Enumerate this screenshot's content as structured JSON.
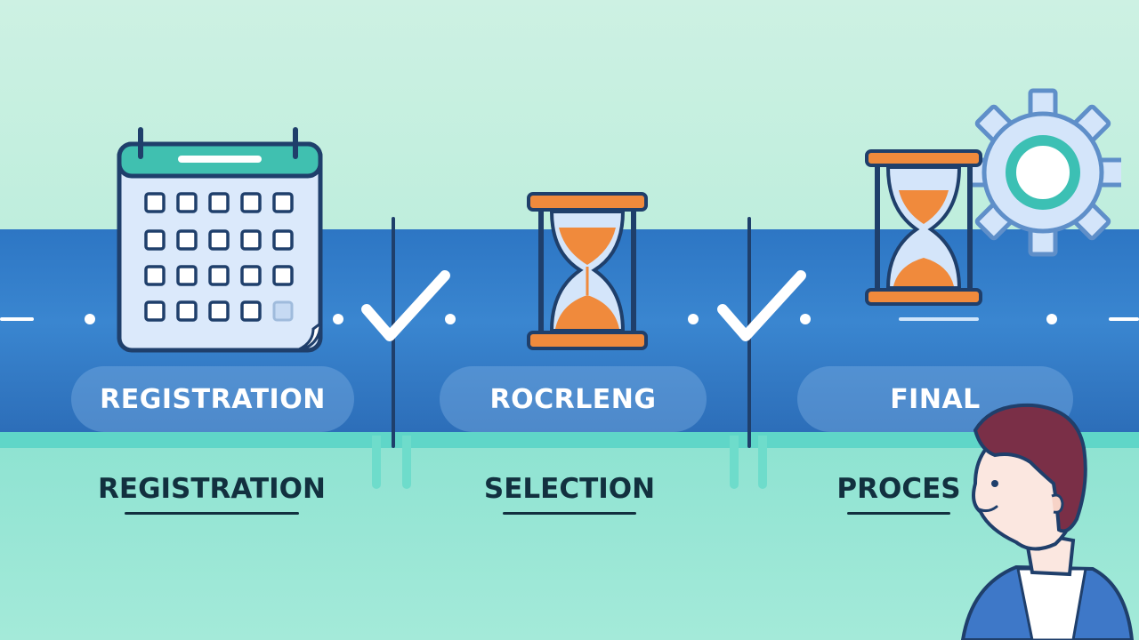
{
  "stages": [
    {
      "pill_label": "REGISTRATION",
      "caption": "REGISTRATION",
      "icon": "calendar-icon"
    },
    {
      "pill_label": "ROCRLENG",
      "caption": "SELECTION",
      "icon": "hourglass-icon"
    },
    {
      "pill_label": "FINAL",
      "caption": "PROCES",
      "icon": "hourglass-gear-icon"
    }
  ],
  "colors": {
    "band_blue": "#2d76c4",
    "accent_orange": "#f08a3c",
    "accent_teal": "#3cc0b4",
    "ink": "#1f3f6b"
  }
}
